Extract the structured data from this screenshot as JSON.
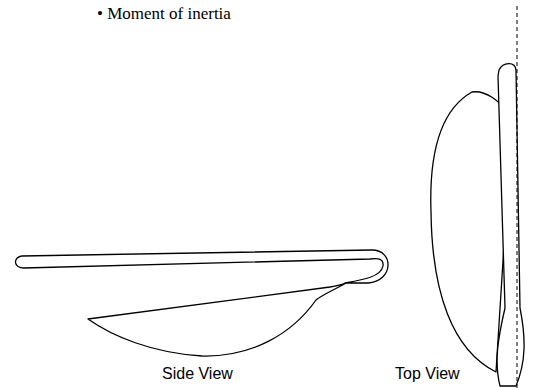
{
  "diagram": {
    "labels": [
      "• Moment of inertia",
      "Side View",
      "Top View"
    ]
  }
}
